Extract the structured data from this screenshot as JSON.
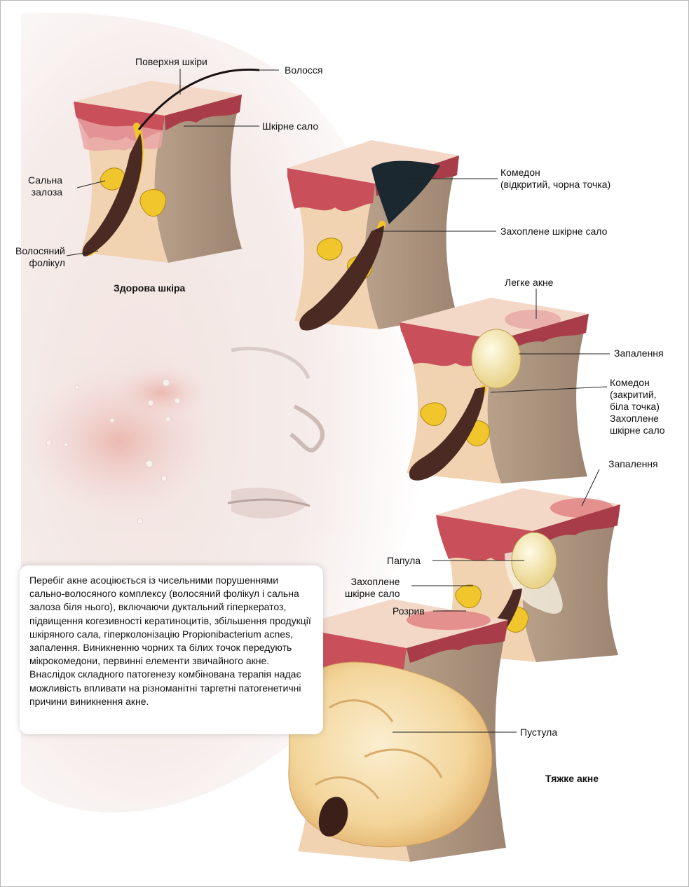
{
  "labels": {
    "skin_surface": "Поверхня шкіри",
    "hair": "Волосся",
    "sebum": "Шкірне сало",
    "sebaceous_gland": "Сальна\nзалоза",
    "hair_follicle": "Волосяний\nфолікул",
    "healthy_skin": "Здорова шкіра",
    "comedo_open": "Комедон\n(відкритий, чорна точка)",
    "trapped_sebum_1": "Захоплене шкірне сало",
    "mild_acne": "Легке акне",
    "inflammation_1": "Запалення",
    "comedo_closed": "Комедон\n(закритий,\nбіла точка)\nЗахоплене\nшкірне сало",
    "inflammation_2": "Запалення",
    "papule": "Папула",
    "trapped_sebum_2": "Захоплене\nшкірне сало",
    "rupture": "Розрив",
    "pustule": "Пустула",
    "severe_acne": "Тяжке акне"
  },
  "description": "Перебіг акне асоціюється із чисельними порушеннями сально-волосяного комплексу (волосяний фолікул і сальна залоза біля нього), включаючи дуктальний гіперкератоз, підвищення когезивності кератиноцитів, збільшення продукції шкіряного сала, гіперколонізацію Propionibacterium acnes, запалення. Виникненню чорних та білих точок передують мікрокомедони, первинні елементи звичайного акне. Внаслідок складного патогенезу комбінована терапія надає можливість впливати на різноманітні таргетні патогенетичні причини виникнення акне.",
  "colors": {
    "skin_tissue": "#f1d2b1",
    "epidermis": "#c94f5a",
    "dermis": "#eaa4a5",
    "sebum": "#f0c62c",
    "follicle": "#4a2a22",
    "blackhead": "#1b2830",
    "whitehead": "#f4e6b0",
    "pustule": "#f6dba0"
  }
}
